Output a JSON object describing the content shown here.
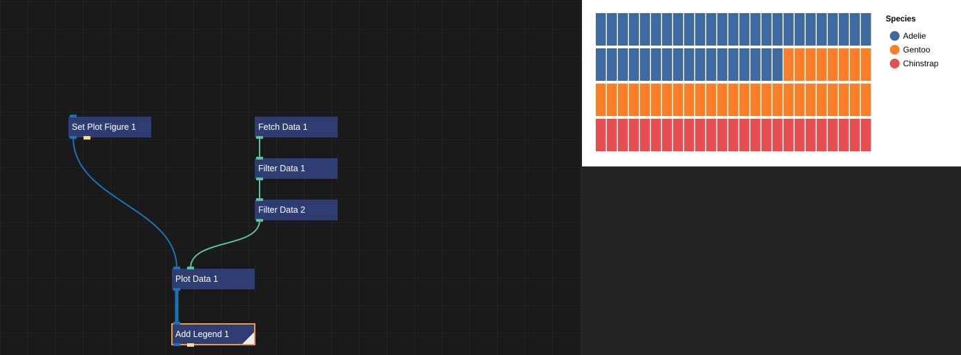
{
  "editor": {
    "nodes": [
      {
        "id": "set-plot-figure",
        "label": "Set Plot Figure 1"
      },
      {
        "id": "fetch-data",
        "label": "Fetch Data 1"
      },
      {
        "id": "filter-data-1",
        "label": "Filter Data 1"
      },
      {
        "id": "filter-data-2",
        "label": "Filter Data 2"
      },
      {
        "id": "plot-data",
        "label": "Plot Data 1"
      },
      {
        "id": "add-legend",
        "label": "Add Legend 1",
        "selected": true
      }
    ],
    "colors": {
      "node": "#2f3d72",
      "flow_wire": "#1e73b8",
      "data_wire": "#5cc2a2",
      "selected_outline": "#e9a23b"
    }
  },
  "chart_data": {
    "type": "waffle",
    "rows": 4,
    "columns": 25,
    "series": [
      {
        "name": "Adelie",
        "count": 42,
        "color": "#3e6aa0"
      },
      {
        "name": "Gentoo",
        "count": 33,
        "color": "#fb7f28"
      },
      {
        "name": "Chinstrap",
        "count": 25,
        "color": "#e84d51"
      }
    ],
    "legend": {
      "title": "Species",
      "position": "top-right"
    }
  }
}
